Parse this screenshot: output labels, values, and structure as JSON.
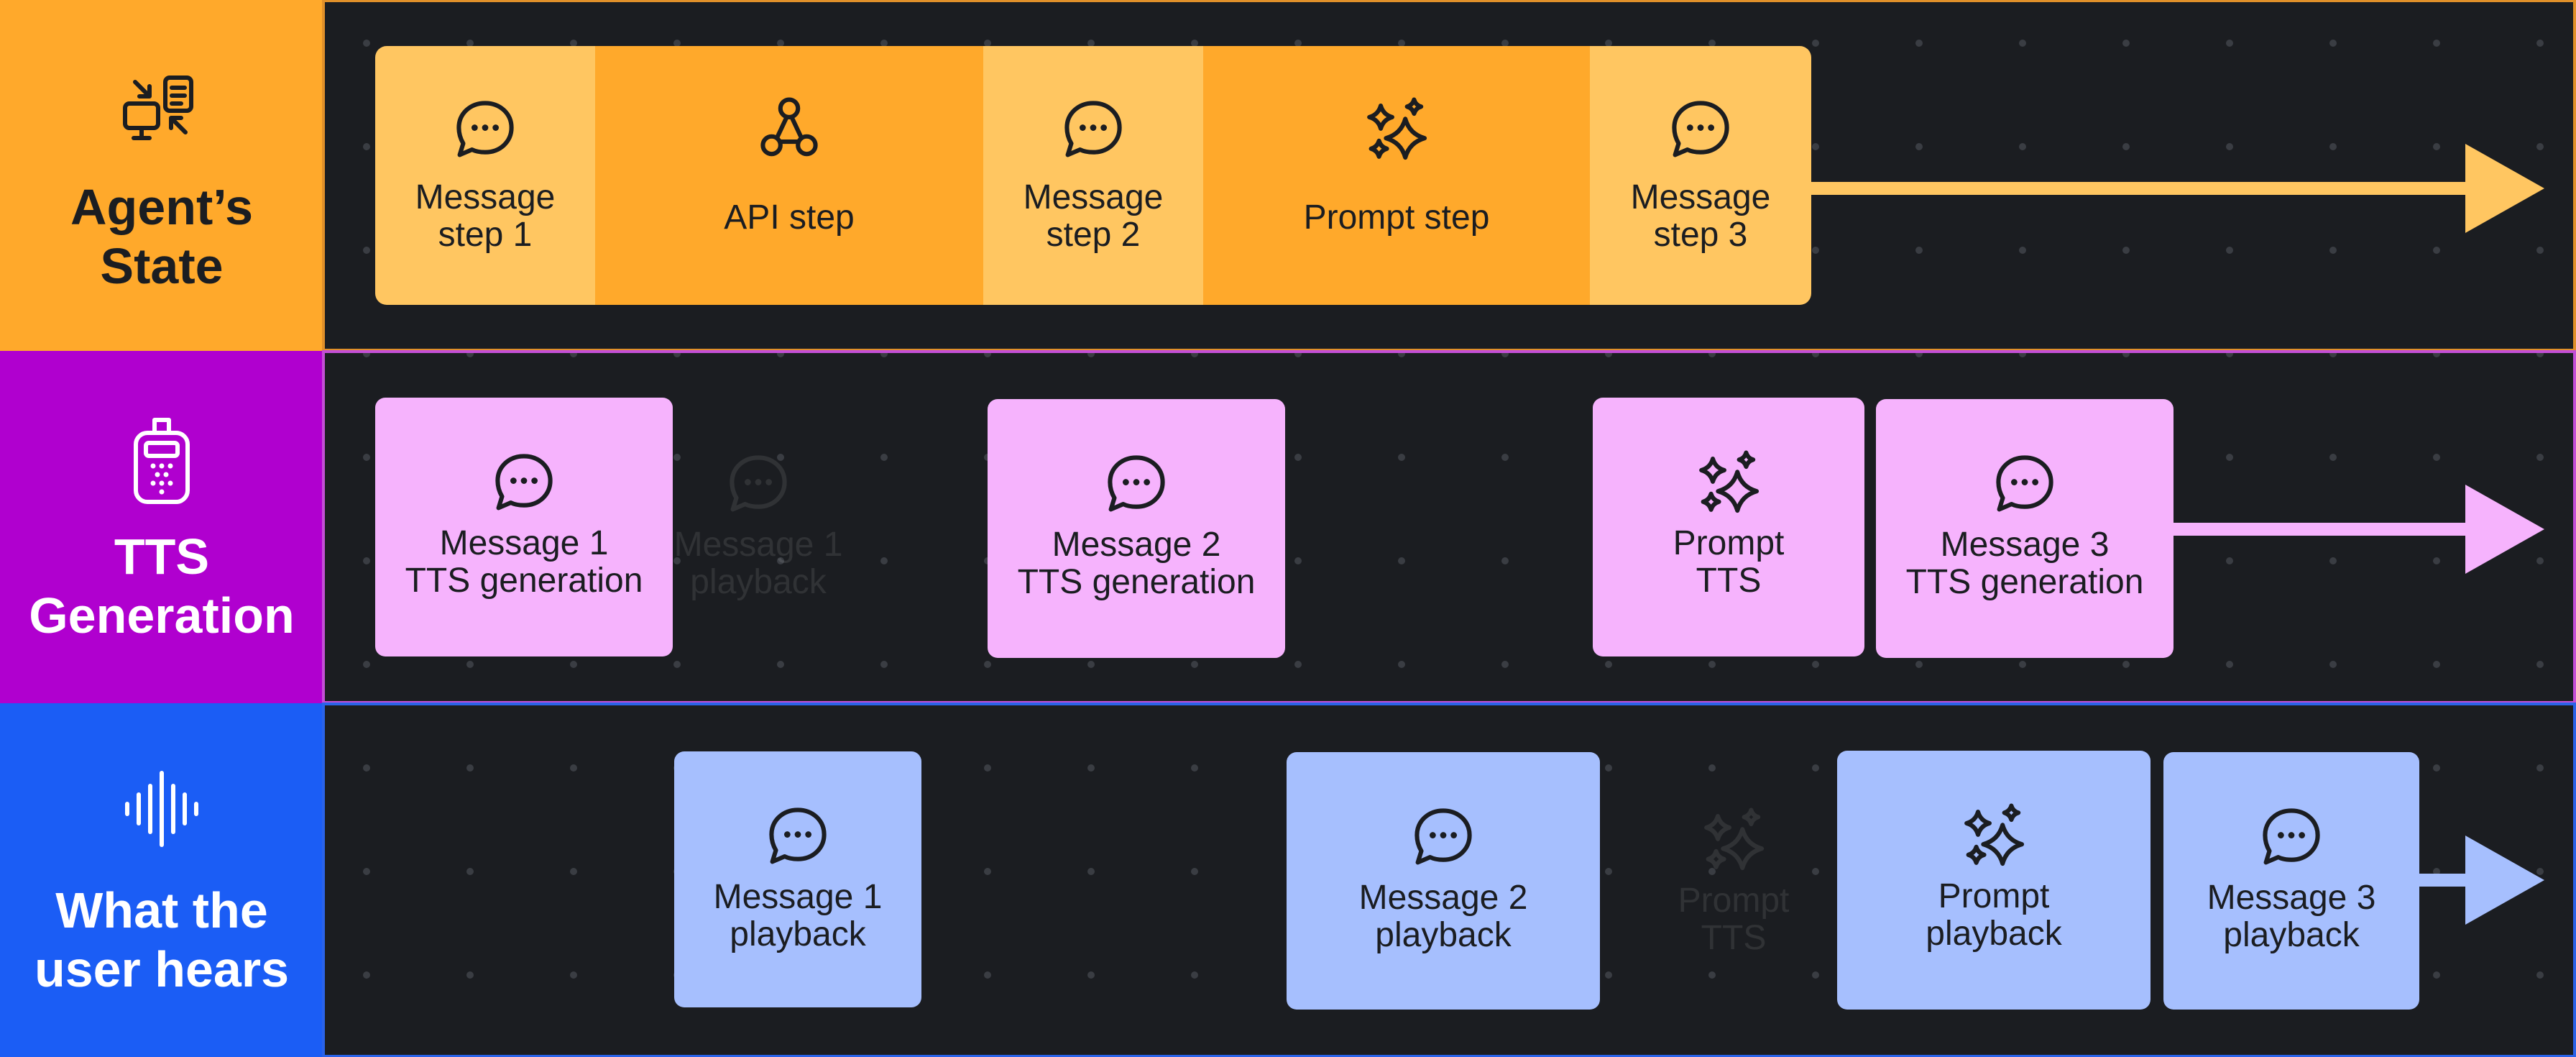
{
  "rows": [
    {
      "key": "agent",
      "title_lines": [
        "Agent’s",
        "State"
      ],
      "icon": "agent-devices-icon",
      "colors": {
        "header": "#ffa92b",
        "card": "#ffc661",
        "card_alt": "#ffa92b",
        "arrow": "#ffc661",
        "border": "#e0902a",
        "title_text": "#1b1d21"
      },
      "steps": [
        {
          "lines": [
            "Message",
            "step 1"
          ],
          "icon": "chat-bubble-icon"
        },
        {
          "lines": [
            "API step"
          ],
          "icon": "api-nodes-icon"
        },
        {
          "lines": [
            "Message",
            "step 2"
          ],
          "icon": "chat-bubble-icon"
        },
        {
          "lines": [
            "Prompt step"
          ],
          "icon": "sparkles-icon"
        },
        {
          "lines": [
            "Message",
            "step 3"
          ],
          "icon": "chat-bubble-icon"
        }
      ]
    },
    {
      "key": "tts",
      "title_lines": [
        "TTS",
        "Generation"
      ],
      "icon": "voice-device-icon",
      "colors": {
        "header": "#b000cf",
        "card": "#f6b3fd",
        "arrow": "#f6b3fd",
        "border": "#c44fd6",
        "title_text": "#ffffff"
      },
      "cards": [
        {
          "lines": [
            "Message 1",
            "TTS generation"
          ],
          "icon": "chat-bubble-icon"
        },
        {
          "lines": [
            "Message 2",
            "TTS generation"
          ],
          "icon": "chat-bubble-icon"
        },
        {
          "lines": [
            "Prompt",
            "TTS"
          ],
          "icon": "sparkles-icon"
        },
        {
          "lines": [
            "Message 3",
            "TTS generation"
          ],
          "icon": "chat-bubble-icon"
        }
      ],
      "ghost": {
        "lines": [
          "Message 1",
          "playback"
        ],
        "icon": "chat-bubble-icon"
      }
    },
    {
      "key": "user",
      "title_lines": [
        "What the",
        "user hears"
      ],
      "icon": "sound-wave-icon",
      "colors": {
        "header": "#1b5df5",
        "card": "#a6bffe",
        "arrow": "#a6bffe",
        "border": "#2a63e8",
        "title_text": "#ffffff"
      },
      "cards": [
        {
          "lines": [
            "Message 1",
            "playback"
          ],
          "icon": "chat-bubble-icon"
        },
        {
          "lines": [
            "Message 2",
            "playback"
          ],
          "icon": "chat-bubble-icon"
        },
        {
          "lines": [
            "Prompt",
            "playback"
          ],
          "icon": "sparkles-icon"
        },
        {
          "lines": [
            "Message 3",
            "playback"
          ],
          "icon": "chat-bubble-icon"
        }
      ],
      "ghost": {
        "lines": [
          "Prompt",
          "TTS"
        ],
        "icon": "sparkles-icon"
      }
    }
  ],
  "colors": {
    "background": "#1b1d21",
    "dot": "#3a3d43",
    "text_dark": "#1b1d21"
  }
}
